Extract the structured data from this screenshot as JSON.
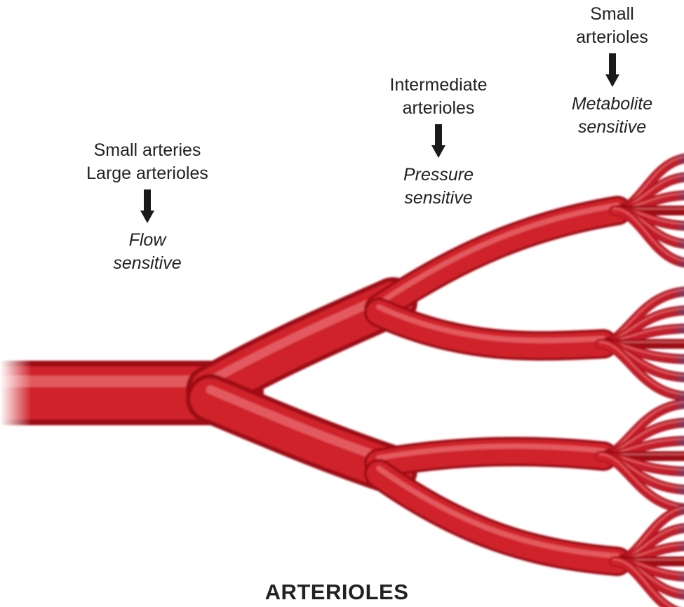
{
  "colors": {
    "vessel": "#d0202a",
    "vessel_highlight": "#f08a8a",
    "vessel_shadow": "#9e1018",
    "capillary_tip": "#4a4a8a",
    "text": "#222222",
    "arrow": "#1a1a1a"
  },
  "title": "ARTERIOLES",
  "labels": {
    "flow": {
      "lines": [
        "Small arteries",
        "Large arterioles"
      ],
      "sub": [
        "Flow",
        "sensitive"
      ]
    },
    "pressure": {
      "lines": [
        "Intermediate",
        "arterioles"
      ],
      "sub": [
        "Pressure",
        "sensitive"
      ]
    },
    "metabolite": {
      "lines": [
        "Small",
        "arterioles"
      ],
      "sub": [
        "Metabolite",
        "sensitive"
      ]
    }
  },
  "icons": [
    "down-arrow-icon"
  ]
}
